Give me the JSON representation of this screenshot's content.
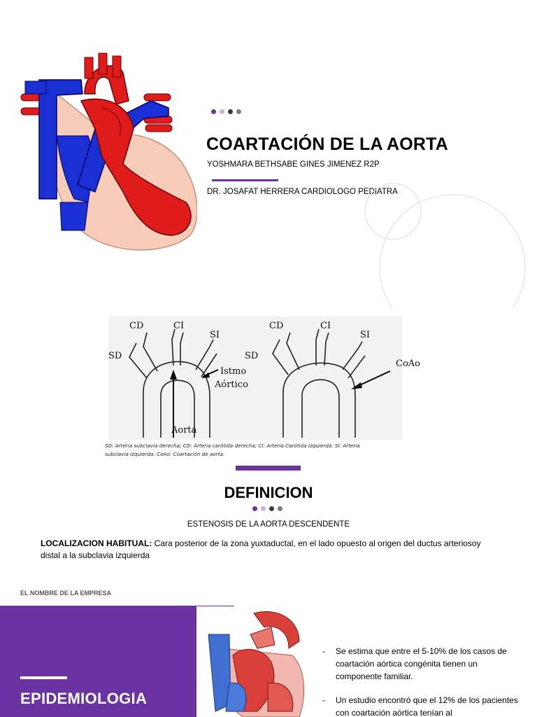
{
  "colors": {
    "accent": "#6b33a2",
    "dots": [
      "#6b33a2",
      "#c9b3e0",
      "#3a3a3a",
      "#7a7a7a"
    ]
  },
  "slide1": {
    "title": "COARTACIÓN DE LA AORTA",
    "author": "YOSHMARA BETHSABE GINES JIMENEZ  R2P",
    "doctor": "DR. JOSAFAT HERRERA CARDIOLOGO PEDIATRA",
    "image_icon": "heart-anatomy-illustration"
  },
  "slide2": {
    "figure_labels": {
      "cd_left": "CD",
      "ci_left": "CI",
      "si_left": "SI",
      "sd_left": "SD",
      "istmo": "Istmo",
      "aortico": "Aórtico",
      "aorta": "Aorta",
      "cd_right": "CD",
      "ci_right": "CI",
      "si_right": "SI",
      "sd_right": "SD",
      "coao": "CoAo"
    },
    "caption_line1": "SD: Arteria subclavia derecha; CD: Arteria carótida derecha; CI: Arteria Carótida Izquierda. SI: Arteria",
    "caption_line2": "subclavia Izquierda. CoAo: Coartación de aorta.",
    "title": "DEFINICION",
    "subtitle": "ESTENOSIS DE LA AORTA DESCENDENTE",
    "location_label": "LOCALIZACION HABITUAL:",
    "location_text": " Cara posterior de la zona yuxtaductal, en el lado opuesto al origen del ductus arteriosoy distal a la subclavia izquierda"
  },
  "slide3": {
    "company": "EL NOMBRE DE LA EMPRESA",
    "title": "EPIDEMIOLOGIA",
    "image_icon": "heart-coarctation-illustration",
    "bullets": [
      {
        "dash": "-",
        "text": "Se estima que entre el 5-10% de los casos de coartación aórtica congénita tienen un componente familiar."
      },
      {
        "dash": "-",
        "text": "Un estudio encontró que el 12% de los pacientes con coartación aórtica tenían al"
      }
    ]
  }
}
